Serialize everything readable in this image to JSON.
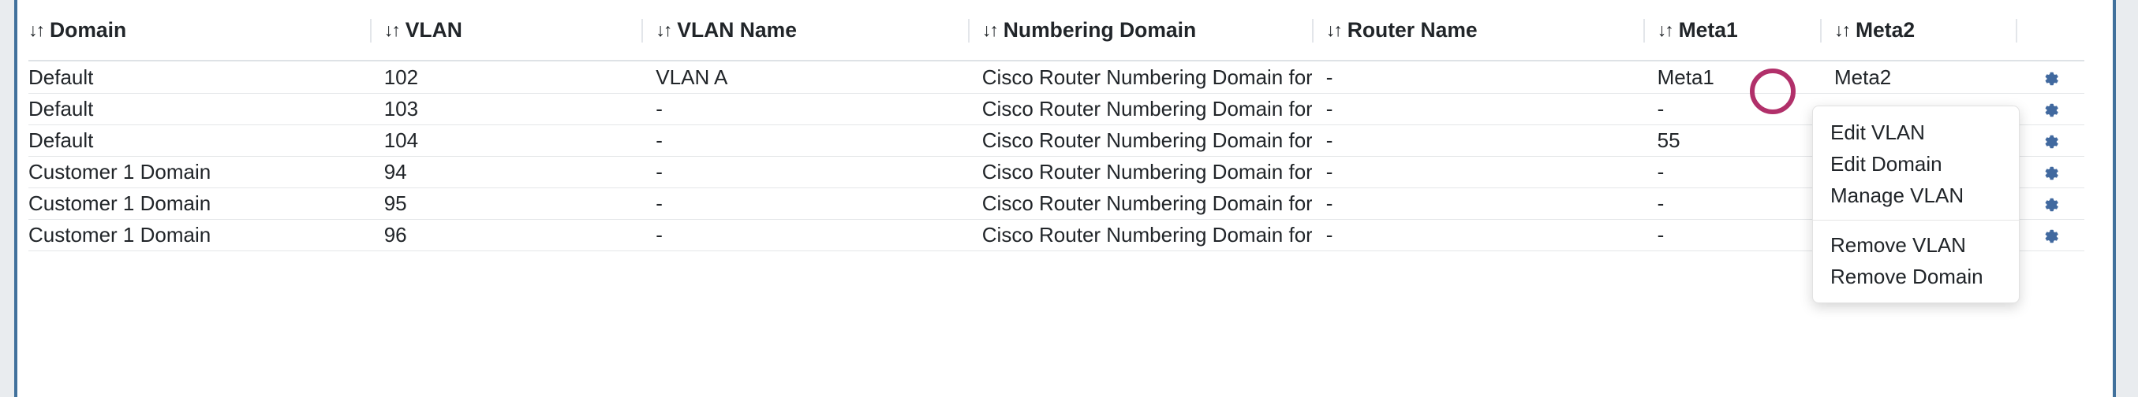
{
  "theme": {
    "accent_blue": "#41719c",
    "gear_blue": "#41699f",
    "highlight_circle": "#b1306a",
    "page_bg": "#e9ecef",
    "sheet_bg": "#ffffff",
    "text": "#212529",
    "row_border": "#e4e6e8"
  },
  "table": {
    "sort_icon": "↓↑",
    "columns": [
      {
        "key": "domain",
        "label": "Domain",
        "sortable": true
      },
      {
        "key": "vlan",
        "label": "VLAN",
        "sortable": true
      },
      {
        "key": "vlan_name",
        "label": "VLAN Name",
        "sortable": true
      },
      {
        "key": "num_domain",
        "label": "Numbering Domain",
        "sortable": true
      },
      {
        "key": "router",
        "label": "Router Name",
        "sortable": true
      },
      {
        "key": "meta1",
        "label": "Meta1",
        "sortable": true
      },
      {
        "key": "meta2",
        "label": "Meta2",
        "sortable": true
      },
      {
        "key": "actions",
        "label": "",
        "sortable": false
      }
    ],
    "rows": [
      {
        "domain": "Default",
        "vlan": "102",
        "vlan_name": "VLAN A",
        "num_domain": "Cisco Router Numbering Domain for …",
        "router": "-",
        "meta1": "Meta1",
        "meta2": "Meta2",
        "action_icon": "gear-icon"
      },
      {
        "domain": "Default",
        "vlan": "103",
        "vlan_name": "-",
        "num_domain": "Cisco Router Numbering Domain for …",
        "router": "-",
        "meta1": "-",
        "meta2": "",
        "action_icon": "gear-icon"
      },
      {
        "domain": "Default",
        "vlan": "104",
        "vlan_name": "-",
        "num_domain": "Cisco Router Numbering Domain for …",
        "router": "-",
        "meta1": "55",
        "meta2": "",
        "action_icon": "gear-icon"
      },
      {
        "domain": "Customer 1 Domain",
        "vlan": "94",
        "vlan_name": "-",
        "num_domain": "Cisco Router Numbering Domain for …",
        "router": "-",
        "meta1": "-",
        "meta2": "",
        "action_icon": "gear-icon"
      },
      {
        "domain": "Customer 1 Domain",
        "vlan": "95",
        "vlan_name": "-",
        "num_domain": "Cisco Router Numbering Domain for …",
        "router": "-",
        "meta1": "-",
        "meta2": "",
        "action_icon": "gear-icon"
      },
      {
        "domain": "Customer 1 Domain",
        "vlan": "96",
        "vlan_name": "-",
        "num_domain": "Cisco Router Numbering Domain for …",
        "router": "-",
        "meta1": "-",
        "meta2": "",
        "action_icon": "gear-icon"
      }
    ]
  },
  "context_menu": {
    "open": true,
    "anchor_row_index": 0,
    "items": [
      {
        "label": "Edit VLAN",
        "separator_after": false
      },
      {
        "label": "Edit Domain",
        "separator_after": false
      },
      {
        "label": "Manage VLAN",
        "separator_after": true
      },
      {
        "label": "Remove VLAN",
        "separator_after": false
      },
      {
        "label": "Remove Domain",
        "separator_after": false
      }
    ]
  },
  "annotation": {
    "type": "highlight-circle",
    "color": "#b1306a",
    "target": "row-1-gear-area"
  }
}
